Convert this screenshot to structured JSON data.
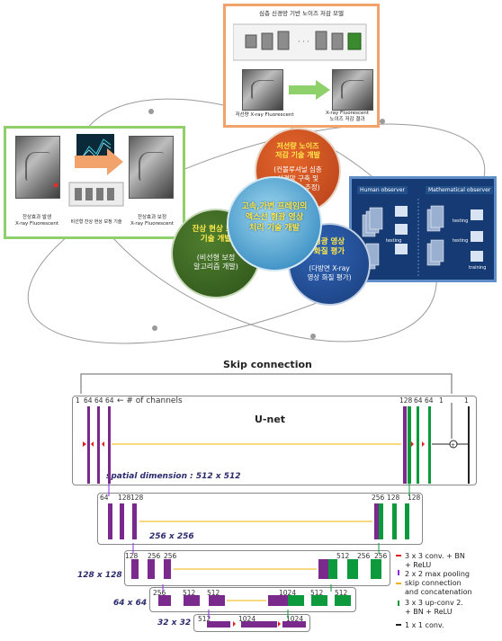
{
  "top": {
    "noise_panel": {
      "title": "심층 신경망 기반 노이즈 저감 모델",
      "caption_left": "저선량 X-ray Fluorescent",
      "caption_right": "X-ray Fluorescent\n노이즈 저감 결과"
    },
    "left_panel": {
      "caption_left": "잔상효과 발생\nX-ray Fluorescent",
      "caption_mid": "비선형 잔상 현상 보정 기술",
      "caption_right": "잔상효과 보정\nX-ray Fluorescent"
    },
    "right_panel": {
      "label_human": "Human observer",
      "label_math": "Mathematical observer",
      "label_testing1": "testing",
      "label_testing2": "testing",
      "label_testing3": "testing",
      "label_training": "training"
    },
    "circles": {
      "center": "고속,가변 프레임의\n엑스선 형광 영상\n처리 기술 개발",
      "top_title": "저선량 노이즈\n저감 기술 개발",
      "top_body": "(컨볼루셔널 심층\n신경망 구축 및\n저감 변수 추정)",
      "left_title": "잔상 현상 보정\n기술 개발",
      "left_body": "(비선형 보정\n알고리즘 개발)",
      "right_title": "형광 영상\n화질 평가",
      "right_body": "(다방면 X-ray\n영상 화질 평가)"
    }
  },
  "unet": {
    "skip_title": "Skip connection",
    "title": "U-net",
    "channels_note": "← # of channels",
    "row1_dim": "spatial dimension : 512 x 512",
    "row2_dim": "256 x 256",
    "row3_dim": "128 x 128",
    "row4_dim": "64 x 64",
    "row5_dim": "32 x 32",
    "row1_left_labels": [
      "1",
      "64",
      "64",
      "64"
    ],
    "row1_right_labels": [
      "128",
      "64",
      "64",
      "1",
      "1"
    ],
    "row2_left_labels": [
      "64",
      "128",
      "128"
    ],
    "row2_right_labels": [
      "256",
      "128",
      "128"
    ],
    "row3_left_labels": [
      "128",
      "256",
      "256"
    ],
    "row3_right_labels": [
      "512",
      "256",
      "256"
    ],
    "row4_left_labels": [
      "256",
      "512",
      "512"
    ],
    "row4_right_labels": [
      "1024",
      "512",
      "512"
    ],
    "row5_labels": [
      "512",
      "1024",
      "1024"
    ],
    "legend": [
      {
        "text": "3 x 3 conv. + BN\n+ ReLU",
        "color": "#e02020"
      },
      {
        "text": "2 x 2 max pooling",
        "color": "#8a2be2"
      },
      {
        "text": "skip connection\nand concatenation",
        "color": "#f0b000"
      },
      {
        "text": "3 x 3 up-conv 2.\n+ BN + ReLU",
        "color": "#0a9a3a"
      },
      {
        "text": "1 x 1 conv.",
        "color": "#222222"
      }
    ],
    "colors": {
      "encoder": "#7a2a8c",
      "decoder": "#0d9a3c",
      "skip": "#f0b000"
    }
  }
}
